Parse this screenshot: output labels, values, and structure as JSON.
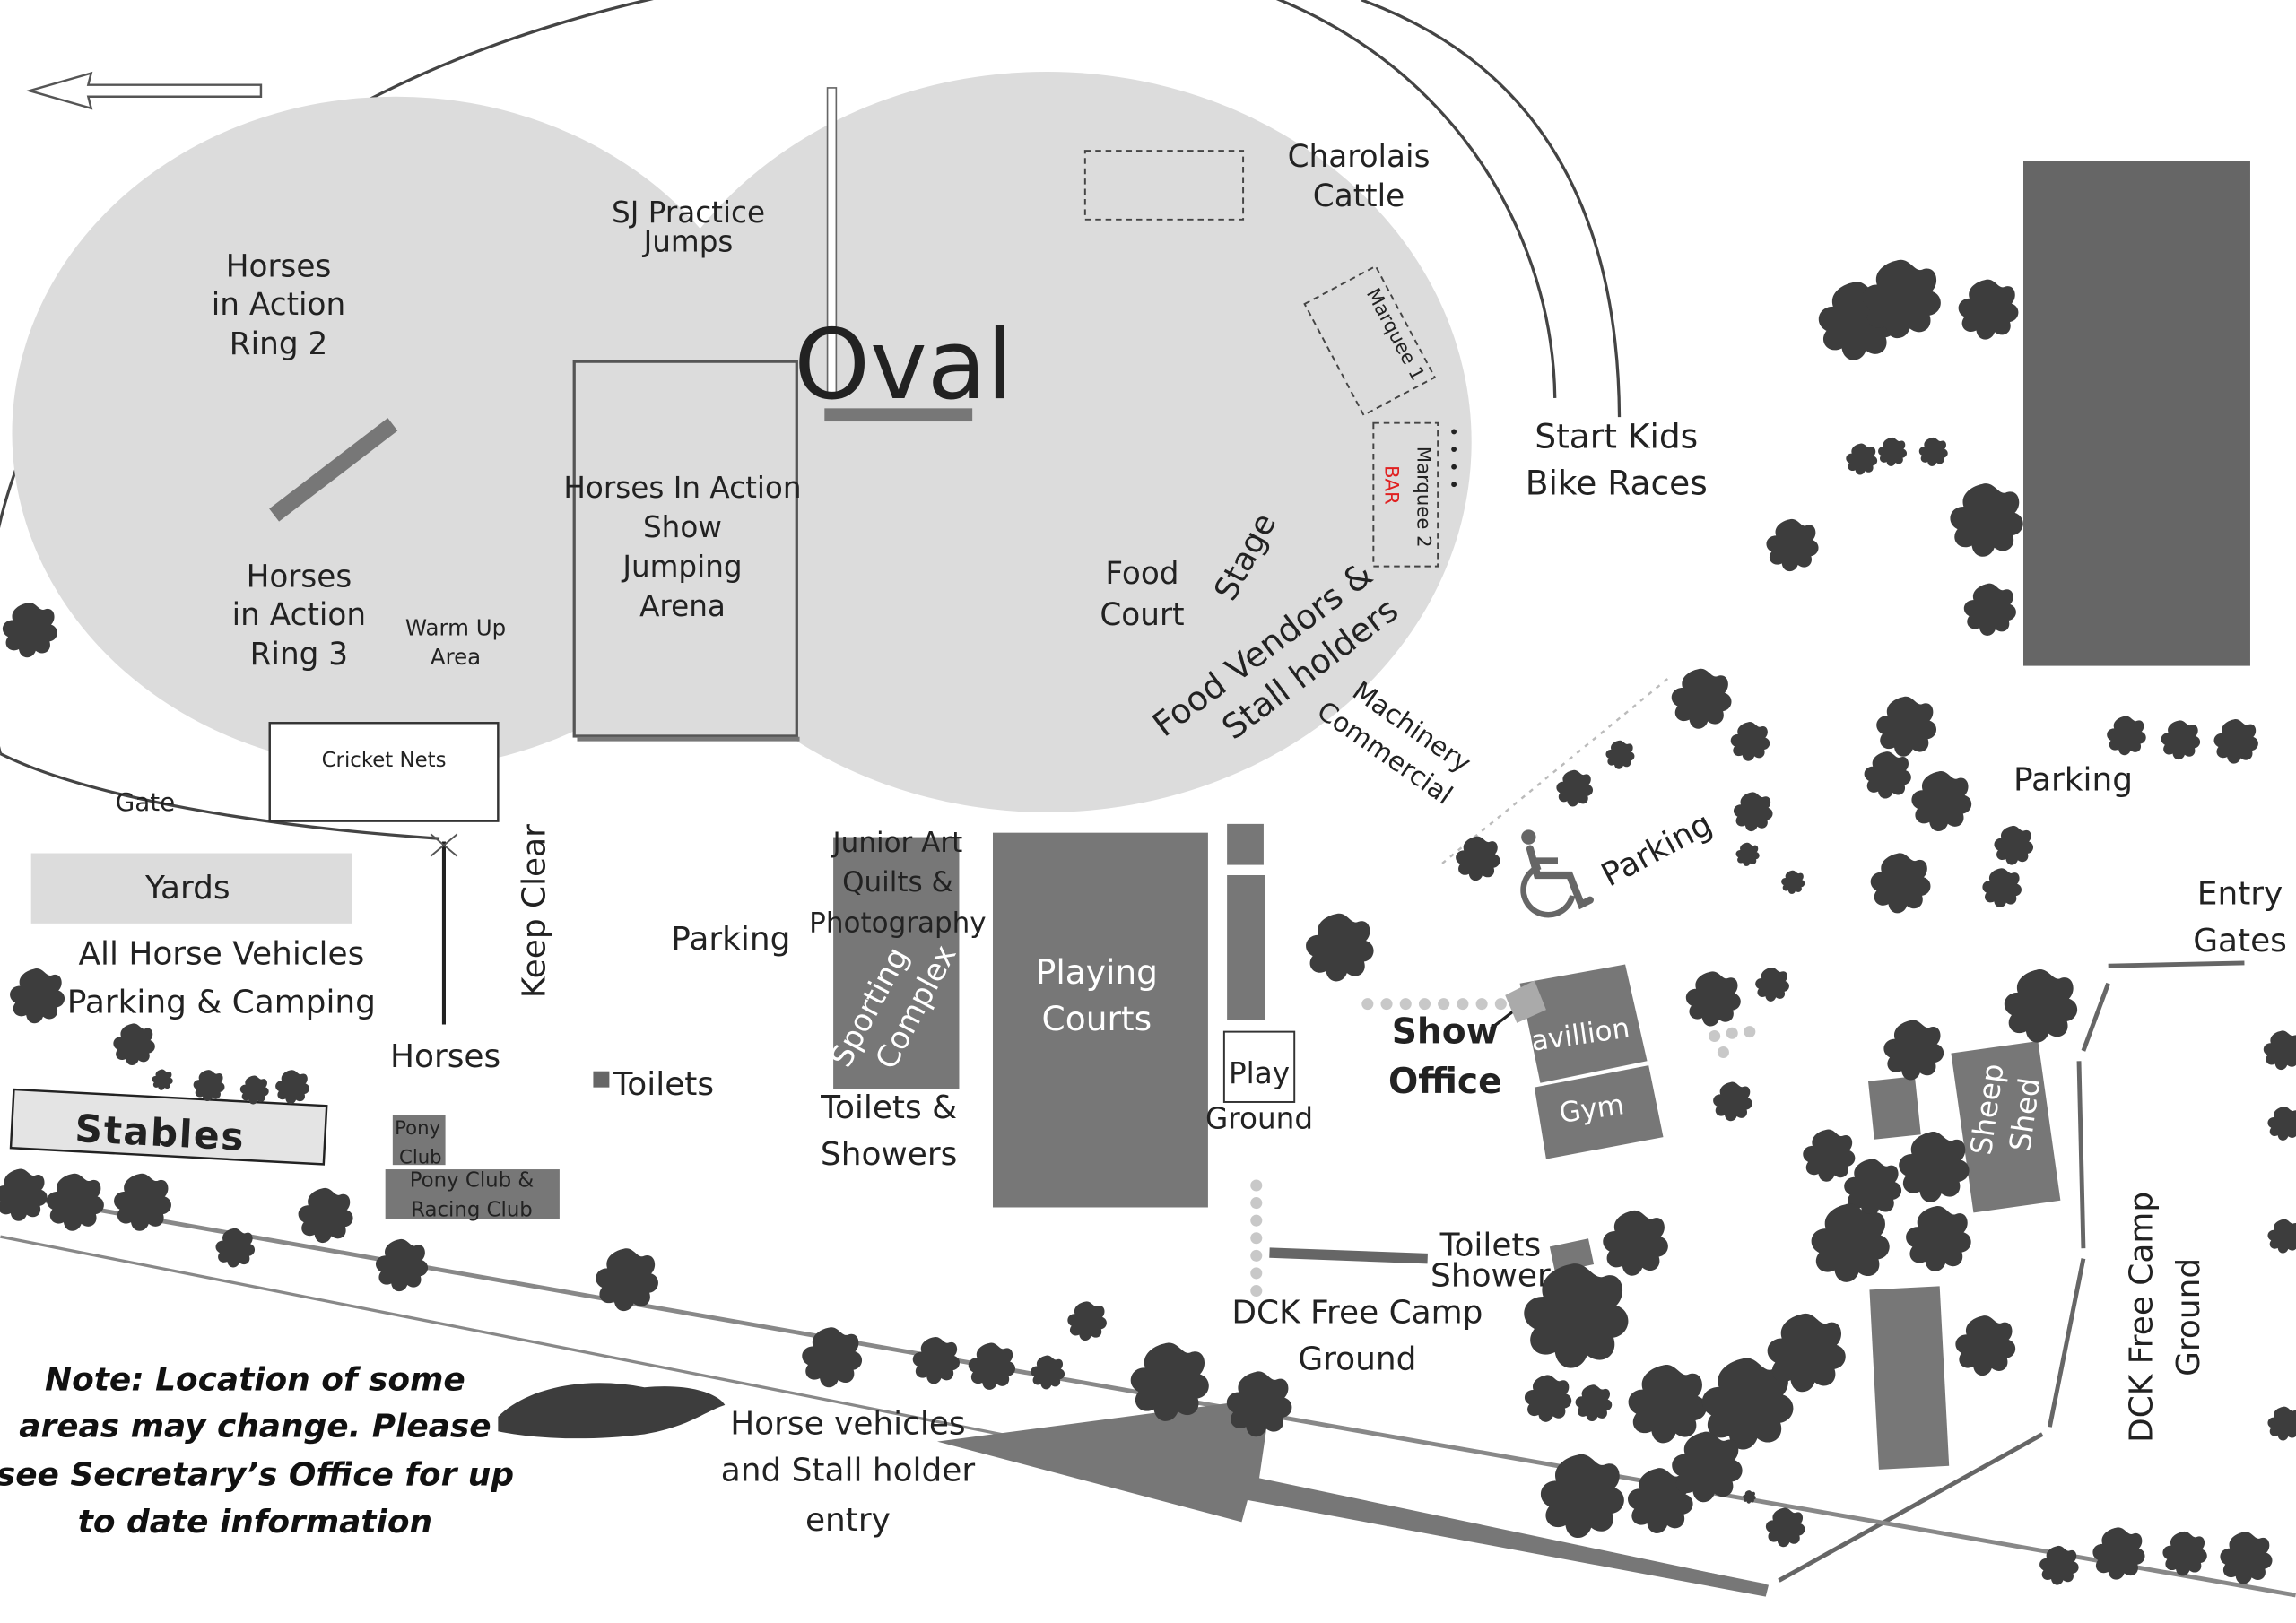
{
  "colors": {
    "oval_fill": "#dcdcdc",
    "building": "#777777",
    "tree": "#3d3d3d",
    "bar_text": "#e02020"
  },
  "icons": [
    "arrow-left-icon",
    "wheelchair-icon",
    "tree-icon"
  ],
  "labels": {
    "oval": "Oval",
    "sj_practice": [
      "SJ Practice",
      "Jumps"
    ],
    "charolais": [
      "Charolais",
      "Cattle"
    ],
    "ring2": [
      "Horses",
      "in Action",
      "Ring 2"
    ],
    "ring3": [
      "Horses",
      "in Action",
      "Ring 3"
    ],
    "warm_up": [
      "Warm Up",
      "Area"
    ],
    "show_jumping": [
      "Horses In Action",
      "Show",
      "Jumping",
      "Arena"
    ],
    "marquee1": "Marquee 1",
    "marquee2": "Marquee 2",
    "bar": "BAR",
    "start_kids": [
      "Start Kids",
      "Bike Races"
    ],
    "food_court": [
      "Food",
      "Court"
    ],
    "stage": "Stage",
    "food_vendors": [
      "Food Vendors &",
      "Stall holders"
    ],
    "machinery": [
      "Machinery",
      "Commercial"
    ],
    "parking_disabled": "Parking",
    "parking_right": "Parking",
    "entry_gates": [
      "Entry",
      "Gates"
    ],
    "cricket_nets": "Cricket Nets",
    "gate": "Gate",
    "yards": "Yards",
    "horse_vehicles_parking": [
      "All Horse Vehicles",
      "Parking & Camping"
    ],
    "keep_clear": "Keep Clear",
    "parking_mid": "Parking",
    "junior_art": [
      "Junior Art",
      "Quilts &",
      "Photography"
    ],
    "sporting_complex": [
      "Sporting",
      "Complex"
    ],
    "playing_courts": [
      "Playing",
      "Courts"
    ],
    "play_ground": [
      "Play",
      "Ground"
    ],
    "show_office": [
      "Show",
      "Office"
    ],
    "pavillion": "Pavillion",
    "gym": "Gym",
    "sheep_shed": [
      "Sheep",
      "Shed"
    ],
    "horses": "Horses",
    "toilets": "Toilets",
    "toilets_showers": [
      "Toilets &",
      "Showers"
    ],
    "pony_club": [
      "Pony",
      "Club"
    ],
    "pony_racing_club": [
      "Pony Club &",
      "Racing Club"
    ],
    "stables": "Stables",
    "toilets_shower": [
      "Toilets",
      "Shower"
    ],
    "dck_camp": [
      "DCK Free Camp",
      "Ground"
    ],
    "dck_camp_vertical": [
      "DCK Free Camp",
      "Ground"
    ],
    "horse_vehicles_entry": [
      "Horse vehicles",
      "and Stall holder",
      "entry"
    ],
    "note": [
      "Note: Location of some",
      "areas may change. Please",
      "see Secretary’s Office for up",
      "to date information"
    ]
  }
}
